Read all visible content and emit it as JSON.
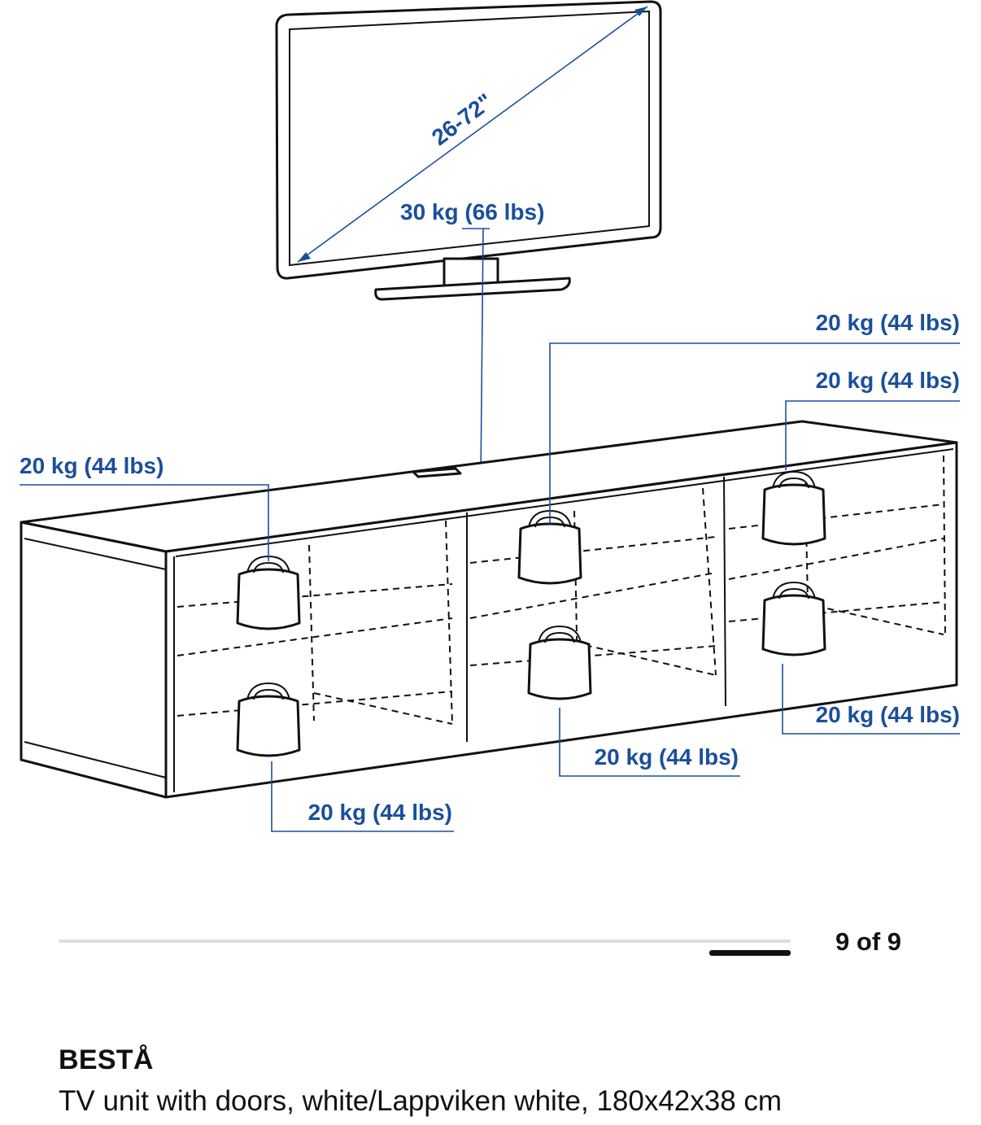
{
  "illustration": {
    "screen_size": "26-72\"",
    "tv_load": "30 kg (66 lbs)",
    "shelf_loads": {
      "top_left_label": "20 kg (44 lbs)",
      "middle_top": "20 kg (44 lbs)",
      "right_top": "20 kg (44 lbs)",
      "right_bottom": "20 kg (44 lbs)",
      "middle_bottom": "20 kg (44 lbs)",
      "left_bottom": "20 kg (44 lbs)"
    },
    "accent_color": "#1a4f9c"
  },
  "gallery": {
    "counter": "9 of 9",
    "current": 9,
    "total": 9
  },
  "product": {
    "name": "BESTÅ",
    "description": "TV unit with doors, white/Lappviken white, 180x42x38 cm"
  }
}
